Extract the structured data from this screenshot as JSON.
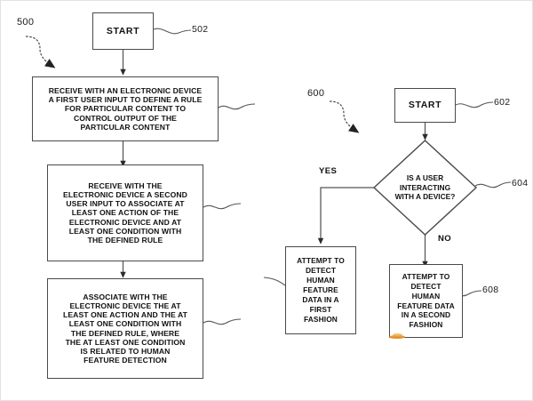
{
  "figure": {
    "type": "patent-flowchart",
    "background_color": "#ffffff",
    "line_color": "#4a4a4a",
    "text_color": "#111111",
    "accent_smudge_color": "#e8942e"
  },
  "flowchart_500": {
    "flow_ref": "500",
    "nodes": [
      {
        "id": "start-502",
        "ref": "502",
        "shape": "rectangle",
        "text": "START"
      },
      {
        "id": "step-504",
        "ref": "",
        "shape": "rectangle",
        "text": "RECEIVE WITH AN ELECTRONIC DEVICE\nA FIRST USER INPUT TO DEFINE A RULE\nFOR PARTICULAR CONTENT TO\nCONTROL OUTPUT OF THE\nPARTICULAR CONTENT"
      },
      {
        "id": "step-506",
        "ref": "",
        "shape": "rectangle",
        "text": "RECEIVE WITH THE\nELECTRONIC DEVICE A SECOND\nUSER INPUT TO ASSOCIATE AT\nLEAST ONE ACTION OF THE\nELECTRONIC DEVICE AND AT\nLEAST ONE CONDITION WITH\nTHE DEFINED RULE"
      },
      {
        "id": "step-508",
        "ref": "",
        "shape": "rectangle",
        "text": "ASSOCIATE WITH THE\nELECTRONIC DEVICE THE AT\nLEAST ONE ACTION AND THE AT\nLEAST ONE CONDITION WITH\nTHE DEFINED RULE, WHERE\nTHE AT LEAST ONE CONDITION\nIS RELATED TO HUMAN\nFEATURE DETECTION"
      }
    ]
  },
  "flowchart_600": {
    "flow_ref": "600",
    "nodes": [
      {
        "id": "start-602",
        "ref": "602",
        "shape": "rectangle",
        "text": "START"
      },
      {
        "id": "decision-604",
        "ref": "604",
        "shape": "diamond",
        "text": "IS A USER\nINTERACTING\nWITH A DEVICE?"
      },
      {
        "id": "step-606",
        "ref": "",
        "shape": "rectangle",
        "text": "ATTEMPT TO\nDETECT\nHUMAN\nFEATURE\nDATA IN A\nFIRST\nFASHION"
      },
      {
        "id": "step-608",
        "ref": "608",
        "shape": "rectangle",
        "text": "ATTEMPT TO\nDETECT\nHUMAN\nFEATURE DATA\nIN A SECOND\nFASHION"
      }
    ],
    "branches": {
      "yes": "YES",
      "no": "NO"
    }
  }
}
